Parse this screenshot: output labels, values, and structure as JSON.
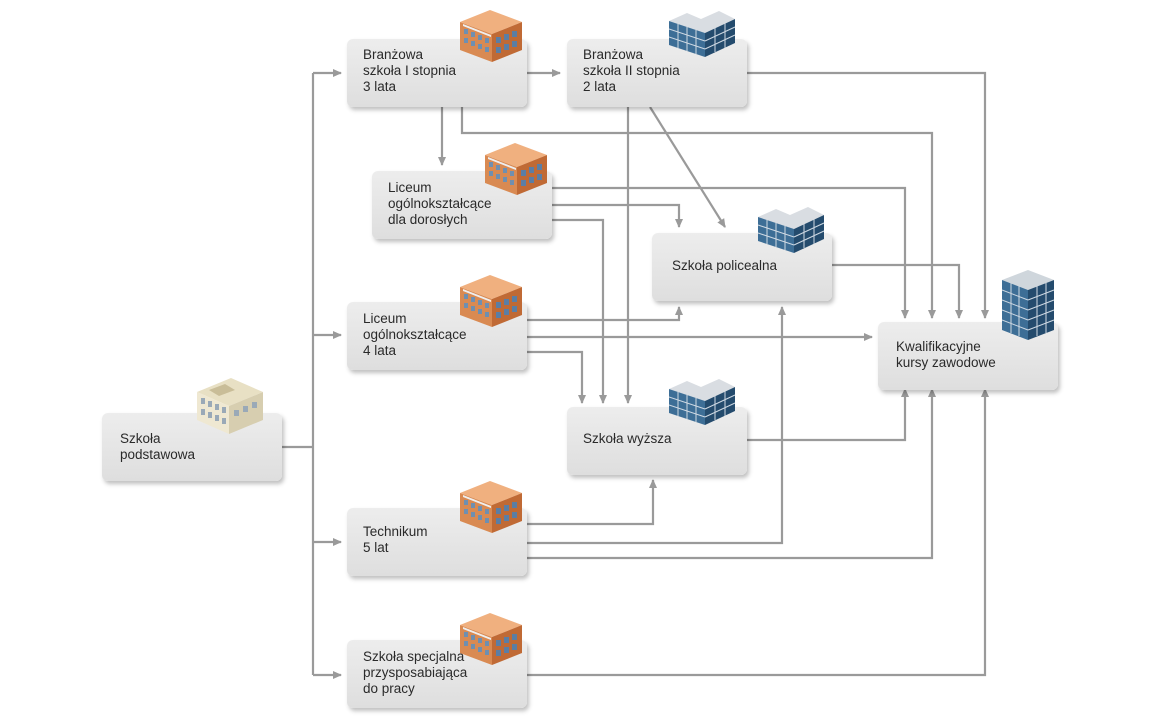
{
  "nodes": {
    "szkola_podstawowa": "Szkoła\npodstawowa",
    "branzowa_1": "Branżowa\nszkoła I stopnia\n3 lata",
    "branzowa_2": "Branżowa\nszkoła II stopnia\n2 lata",
    "liceum_dorosli": "Liceum\nogólnokształcące\ndla dorosłych",
    "liceum_4": "Liceum\nogólnokształcące\n4 lata",
    "technikum": "Technikum\n5 lat",
    "szkola_specjalna": "Szkoła specjalna\nprzysposabiająca\ndo pracy",
    "szkola_policealna": "Szkoła policealna",
    "szkola_wyzsza": "Szkoła wyższa",
    "kursy": "Kwalifikacyjne\nkursy zawodowe"
  },
  "building_icons": {
    "szkola_podstawowa": "classic-school-building-icon",
    "branzowa_1": "brick-school-building-icon",
    "branzowa_2": "glass-office-building-icon",
    "liceum_dorosli": "brick-school-building-icon",
    "liceum_4": "brick-school-building-icon",
    "technikum": "brick-school-building-icon",
    "szkola_specjalna": "brick-school-building-icon",
    "szkola_policealna": "glass-office-building-icon",
    "szkola_wyzsza": "glass-office-building-icon",
    "kursy": "glass-tower-building-icon"
  },
  "edges": [
    [
      "szkola_podstawowa",
      "branzowa_1"
    ],
    [
      "szkola_podstawowa",
      "liceum_4"
    ],
    [
      "szkola_podstawowa",
      "technikum"
    ],
    [
      "szkola_podstawowa",
      "szkola_specjalna"
    ],
    [
      "branzowa_1",
      "branzowa_2"
    ],
    [
      "branzowa_1",
      "liceum_dorosli"
    ],
    [
      "branzowa_1",
      "kursy"
    ],
    [
      "branzowa_2",
      "kursy"
    ],
    [
      "branzowa_2",
      "szkola_policealna"
    ],
    [
      "branzowa_2",
      "szkola_wyzsza"
    ],
    [
      "liceum_dorosli",
      "kursy"
    ],
    [
      "liceum_dorosli",
      "szkola_policealna"
    ],
    [
      "liceum_dorosli",
      "szkola_wyzsza"
    ],
    [
      "liceum_4",
      "szkola_policealna"
    ],
    [
      "liceum_4",
      "kursy"
    ],
    [
      "liceum_4",
      "szkola_wyzsza"
    ],
    [
      "szkola_policealna",
      "kursy"
    ],
    [
      "szkola_wyzsza",
      "kursy"
    ],
    [
      "technikum",
      "szkola_wyzsza"
    ],
    [
      "technikum",
      "szkola_policealna"
    ],
    [
      "technikum",
      "kursy"
    ],
    [
      "szkola_specjalna",
      "kursy"
    ]
  ],
  "colors": {
    "arrow": "#9a9a9a",
    "box": "#e6e6e6",
    "brick": "#d98a52",
    "glass": "#2f5f86"
  }
}
